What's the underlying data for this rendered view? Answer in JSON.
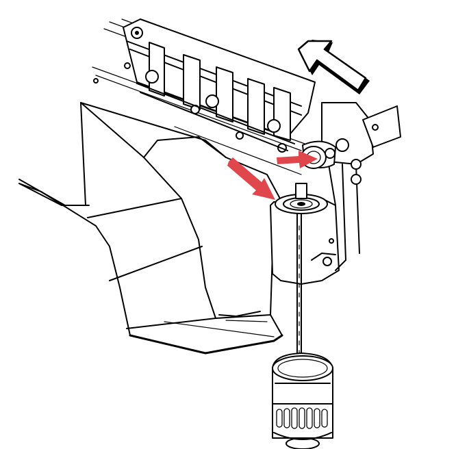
{
  "diagram": {
    "components": [
      "engine-block",
      "oil-pan",
      "oil-filter-adapter",
      "oil-filter"
    ],
    "colors": {
      "line": "#000000",
      "background": "#ffffff",
      "callout_arrow": "#e0474c"
    },
    "icons": [
      "direction-arrow-icon",
      "callout-arrow-icon"
    ]
  }
}
